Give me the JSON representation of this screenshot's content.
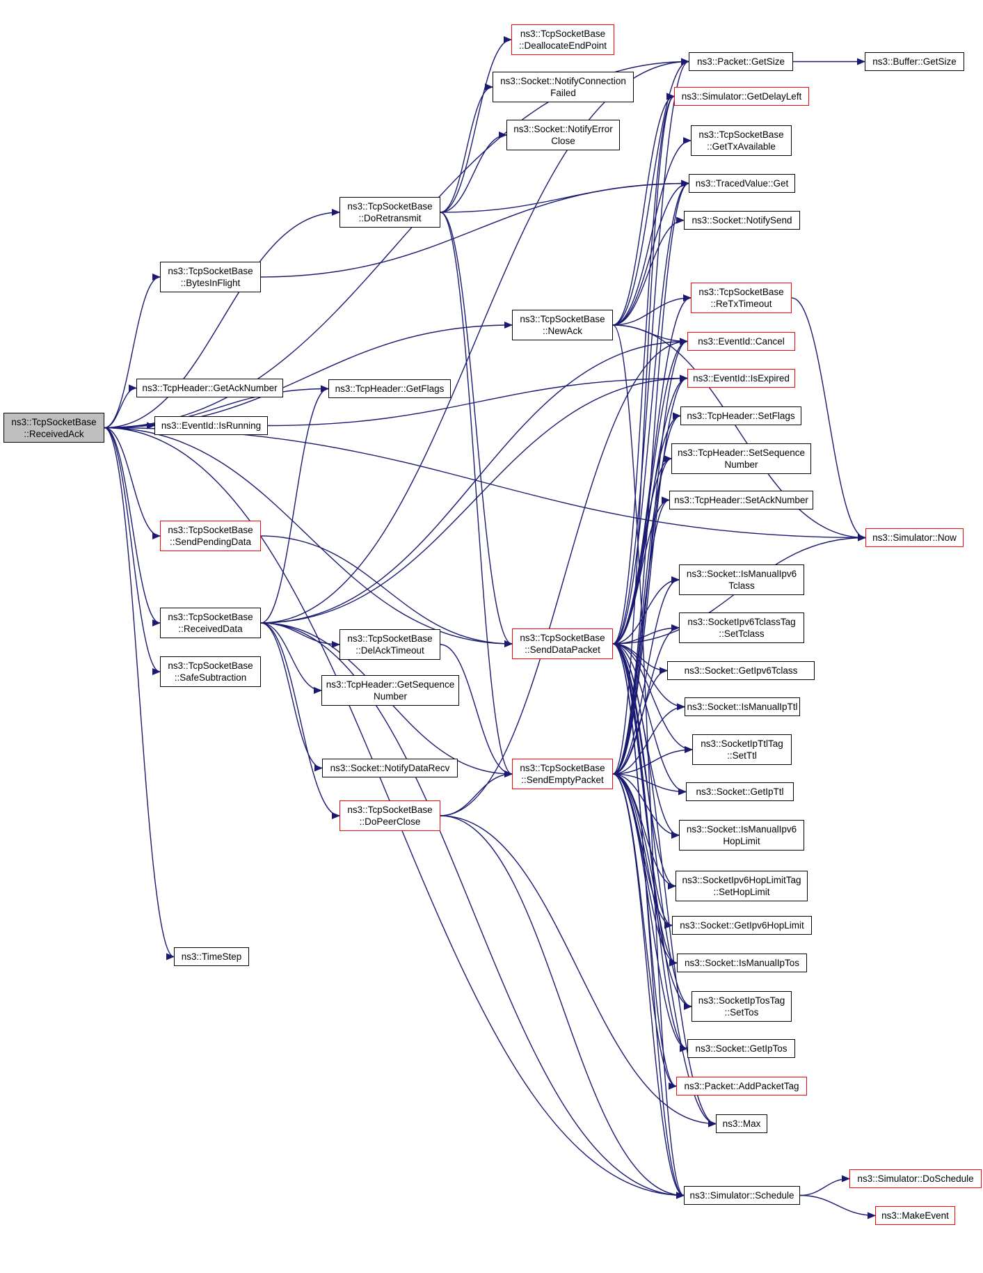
{
  "colors": {
    "edge": "#191970",
    "node_border": "#000000",
    "external_border": "#ff0000",
    "root_fill": "#bfbfbf"
  },
  "nodes": {
    "receivedAck": {
      "label": "ns3::TcpSocketBase\n::ReceivedAck",
      "kind": "root"
    },
    "doRetransmit": {
      "label": "ns3::TcpSocketBase\n::DoRetransmit",
      "kind": "normal"
    },
    "bytesInFlight": {
      "label": "ns3::TcpSocketBase\n::BytesInFlight",
      "kind": "normal"
    },
    "getAckNumber": {
      "label": "ns3::TcpHeader::GetAckNumber",
      "kind": "normal"
    },
    "isRunning": {
      "label": "ns3::EventId::IsRunning",
      "kind": "normal"
    },
    "sendPendingData": {
      "label": "ns3::TcpSocketBase\n::SendPendingData",
      "kind": "external"
    },
    "receivedData": {
      "label": "ns3::TcpSocketBase\n::ReceivedData",
      "kind": "normal"
    },
    "safeSubtraction": {
      "label": "ns3::TcpSocketBase\n::SafeSubtraction",
      "kind": "normal"
    },
    "timeStep": {
      "label": "ns3::TimeStep",
      "kind": "normal"
    },
    "deallocate": {
      "label": "ns3::TcpSocketBase\n::DeallocateEndPoint",
      "kind": "external"
    },
    "notifyConnFailed": {
      "label": "ns3::Socket::NotifyConnection\nFailed",
      "kind": "normal"
    },
    "notifyErrorClose": {
      "label": "ns3::Socket::NotifyError\nClose",
      "kind": "normal"
    },
    "newAck": {
      "label": "ns3::TcpSocketBase\n::NewAck",
      "kind": "normal"
    },
    "getFlags": {
      "label": "ns3::TcpHeader::GetFlags",
      "kind": "normal"
    },
    "delAckTimeout": {
      "label": "ns3::TcpSocketBase\n::DelAckTimeout",
      "kind": "normal"
    },
    "getSequenceNumber": {
      "label": "ns3::TcpHeader::GetSequence\nNumber",
      "kind": "normal"
    },
    "notifyDataRecv": {
      "label": "ns3::Socket::NotifyDataRecv",
      "kind": "normal"
    },
    "doPeerClose": {
      "label": "ns3::TcpSocketBase\n::DoPeerClose",
      "kind": "external"
    },
    "sendDataPacket": {
      "label": "ns3::TcpSocketBase\n::SendDataPacket",
      "kind": "external"
    },
    "sendEmptyPacket": {
      "label": "ns3::TcpSocketBase\n::SendEmptyPacket",
      "kind": "external"
    },
    "packetGetSize": {
      "label": "ns3::Packet::GetSize",
      "kind": "normal"
    },
    "getDelayLeft": {
      "label": "ns3::Simulator::GetDelayLeft",
      "kind": "external"
    },
    "getTxAvailable": {
      "label": "ns3::TcpSocketBase\n::GetTxAvailable",
      "kind": "normal"
    },
    "tracedValueGet": {
      "label": "ns3::TracedValue::Get",
      "kind": "normal"
    },
    "notifySend": {
      "label": "ns3::Socket::NotifySend",
      "kind": "normal"
    },
    "reTxTimeout": {
      "label": "ns3::TcpSocketBase\n::ReTxTimeout",
      "kind": "external"
    },
    "cancel": {
      "label": "ns3::EventId::Cancel",
      "kind": "external"
    },
    "isExpired": {
      "label": "ns3::EventId::IsExpired",
      "kind": "external"
    },
    "setFlags": {
      "label": "ns3::TcpHeader::SetFlags",
      "kind": "normal"
    },
    "setSequenceNumber": {
      "label": "ns3::TcpHeader::SetSequence\nNumber",
      "kind": "normal"
    },
    "setAckNumber": {
      "label": "ns3::TcpHeader::SetAckNumber",
      "kind": "normal"
    },
    "isManualIpv6Tclass": {
      "label": "ns3::Socket::IsManualIpv6\nTclass",
      "kind": "normal"
    },
    "ipv6TclassSetTclass": {
      "label": "ns3::SocketIpv6TclassTag\n::SetTclass",
      "kind": "normal"
    },
    "getIpv6Tclass": {
      "label": "ns3::Socket::GetIpv6Tclass",
      "kind": "normal"
    },
    "isManualIpTtl": {
      "label": "ns3::Socket::IsManualIpTtl",
      "kind": "normal"
    },
    "ipTtlSetTtl": {
      "label": "ns3::SocketIpTtlTag\n::SetTtl",
      "kind": "normal"
    },
    "getIpTtl": {
      "label": "ns3::Socket::GetIpTtl",
      "kind": "normal"
    },
    "isManualIpv6HopLimit": {
      "label": "ns3::Socket::IsManualIpv6\nHopLimit",
      "kind": "normal"
    },
    "setHopLimit": {
      "label": "ns3::SocketIpv6HopLimitTag\n::SetHopLimit",
      "kind": "normal"
    },
    "getIpv6HopLimit": {
      "label": "ns3::Socket::GetIpv6HopLimit",
      "kind": "normal"
    },
    "isManualIpTos": {
      "label": "ns3::Socket::IsManualIpTos",
      "kind": "normal"
    },
    "ipTosSetTos": {
      "label": "ns3::SocketIpTosTag\n::SetTos",
      "kind": "normal"
    },
    "getIpTos": {
      "label": "ns3::Socket::GetIpTos",
      "kind": "normal"
    },
    "addPacketTag": {
      "label": "ns3::Packet::AddPacketTag",
      "kind": "external"
    },
    "max": {
      "label": "ns3::Max",
      "kind": "normal"
    },
    "schedule": {
      "label": "ns3::Simulator::Schedule",
      "kind": "normal"
    },
    "bufferGetSize": {
      "label": "ns3::Buffer::GetSize",
      "kind": "normal"
    },
    "now": {
      "label": "ns3::Simulator::Now",
      "kind": "external"
    },
    "doSchedule": {
      "label": "ns3::Simulator::DoSchedule",
      "kind": "external"
    },
    "makeEvent": {
      "label": "ns3::MakeEvent",
      "kind": "external"
    }
  },
  "edges": [
    [
      "receivedAck",
      "packetGetSize"
    ],
    [
      "receivedAck",
      "doRetransmit"
    ],
    [
      "receivedAck",
      "bytesInFlight"
    ],
    [
      "receivedAck",
      "newAck"
    ],
    [
      "receivedAck",
      "getFlags"
    ],
    [
      "receivedAck",
      "getAckNumber"
    ],
    [
      "receivedAck",
      "isRunning"
    ],
    [
      "receivedAck",
      "sendPendingData"
    ],
    [
      "receivedAck",
      "receivedData"
    ],
    [
      "receivedAck",
      "safeSubtraction"
    ],
    [
      "receivedAck",
      "timeStep"
    ],
    [
      "receivedAck",
      "sendDataPacket"
    ],
    [
      "receivedAck",
      "schedule"
    ],
    [
      "receivedAck",
      "now"
    ],
    [
      "doRetransmit",
      "deallocate"
    ],
    [
      "doRetransmit",
      "notifyConnFailed"
    ],
    [
      "doRetransmit",
      "notifyErrorClose"
    ],
    [
      "doRetransmit",
      "tracedValueGet"
    ],
    [
      "doRetransmit",
      "sendDataPacket"
    ],
    [
      "doRetransmit",
      "sendEmptyPacket"
    ],
    [
      "bytesInFlight",
      "tracedValueGet"
    ],
    [
      "isRunning",
      "isExpired"
    ],
    [
      "sendPendingData",
      "sendDataPacket"
    ],
    [
      "newAck",
      "packetGetSize"
    ],
    [
      "newAck",
      "getDelayLeft"
    ],
    [
      "newAck",
      "getTxAvailable"
    ],
    [
      "newAck",
      "tracedValueGet"
    ],
    [
      "newAck",
      "notifySend"
    ],
    [
      "newAck",
      "reTxTimeout"
    ],
    [
      "newAck",
      "cancel"
    ],
    [
      "newAck",
      "now"
    ],
    [
      "newAck",
      "schedule"
    ],
    [
      "receivedData",
      "getFlags"
    ],
    [
      "receivedData",
      "packetGetSize"
    ],
    [
      "receivedData",
      "cancel"
    ],
    [
      "receivedData",
      "isExpired"
    ],
    [
      "receivedData",
      "delAckTimeout"
    ],
    [
      "receivedData",
      "getSequenceNumber"
    ],
    [
      "receivedData",
      "notifyDataRecv"
    ],
    [
      "receivedData",
      "doPeerClose"
    ],
    [
      "receivedData",
      "sendEmptyPacket"
    ],
    [
      "receivedData",
      "schedule"
    ],
    [
      "delAckTimeout",
      "sendEmptyPacket"
    ],
    [
      "doPeerClose",
      "sendEmptyPacket"
    ],
    [
      "doPeerClose",
      "cancel"
    ],
    [
      "doPeerClose",
      "max"
    ],
    [
      "doPeerClose",
      "schedule"
    ],
    [
      "sendDataPacket",
      "packetGetSize"
    ],
    [
      "sendDataPacket",
      "getDelayLeft"
    ],
    [
      "sendDataPacket",
      "tracedValueGet"
    ],
    [
      "sendDataPacket",
      "reTxTimeout"
    ],
    [
      "sendDataPacket",
      "cancel"
    ],
    [
      "sendDataPacket",
      "isExpired"
    ],
    [
      "sendDataPacket",
      "setFlags"
    ],
    [
      "sendDataPacket",
      "setSequenceNumber"
    ],
    [
      "sendDataPacket",
      "setAckNumber"
    ],
    [
      "sendDataPacket",
      "now"
    ],
    [
      "sendDataPacket",
      "isManualIpv6Tclass"
    ],
    [
      "sendDataPacket",
      "ipv6TclassSetTclass"
    ],
    [
      "sendDataPacket",
      "getIpv6Tclass"
    ],
    [
      "sendDataPacket",
      "isManualIpTtl"
    ],
    [
      "sendDataPacket",
      "ipTtlSetTtl"
    ],
    [
      "sendDataPacket",
      "getIpTtl"
    ],
    [
      "sendDataPacket",
      "isManualIpv6HopLimit"
    ],
    [
      "sendDataPacket",
      "setHopLimit"
    ],
    [
      "sendDataPacket",
      "getIpv6HopLimit"
    ],
    [
      "sendDataPacket",
      "isManualIpTos"
    ],
    [
      "sendDataPacket",
      "ipTosSetTos"
    ],
    [
      "sendDataPacket",
      "getIpTos"
    ],
    [
      "sendDataPacket",
      "addPacketTag"
    ],
    [
      "sendDataPacket",
      "max"
    ],
    [
      "sendDataPacket",
      "schedule"
    ],
    [
      "sendEmptyPacket",
      "getDelayLeft"
    ],
    [
      "sendEmptyPacket",
      "tracedValueGet"
    ],
    [
      "sendEmptyPacket",
      "cancel"
    ],
    [
      "sendEmptyPacket",
      "isExpired"
    ],
    [
      "sendEmptyPacket",
      "setFlags"
    ],
    [
      "sendEmptyPacket",
      "setSequenceNumber"
    ],
    [
      "sendEmptyPacket",
      "setAckNumber"
    ],
    [
      "sendEmptyPacket",
      "isManualIpv6Tclass"
    ],
    [
      "sendEmptyPacket",
      "ipv6TclassSetTclass"
    ],
    [
      "sendEmptyPacket",
      "getIpv6Tclass"
    ],
    [
      "sendEmptyPacket",
      "isManualIpTtl"
    ],
    [
      "sendEmptyPacket",
      "ipTtlSetTtl"
    ],
    [
      "sendEmptyPacket",
      "getIpTtl"
    ],
    [
      "sendEmptyPacket",
      "isManualIpv6HopLimit"
    ],
    [
      "sendEmptyPacket",
      "setHopLimit"
    ],
    [
      "sendEmptyPacket",
      "getIpv6HopLimit"
    ],
    [
      "sendEmptyPacket",
      "isManualIpTos"
    ],
    [
      "sendEmptyPacket",
      "ipTosSetTos"
    ],
    [
      "sendEmptyPacket",
      "getIpTos"
    ],
    [
      "sendEmptyPacket",
      "addPacketTag"
    ],
    [
      "sendEmptyPacket",
      "max"
    ],
    [
      "sendEmptyPacket",
      "schedule"
    ],
    [
      "packetGetSize",
      "bufferGetSize"
    ],
    [
      "reTxTimeout",
      "now"
    ],
    [
      "schedule",
      "doSchedule"
    ],
    [
      "schedule",
      "makeEvent"
    ]
  ]
}
